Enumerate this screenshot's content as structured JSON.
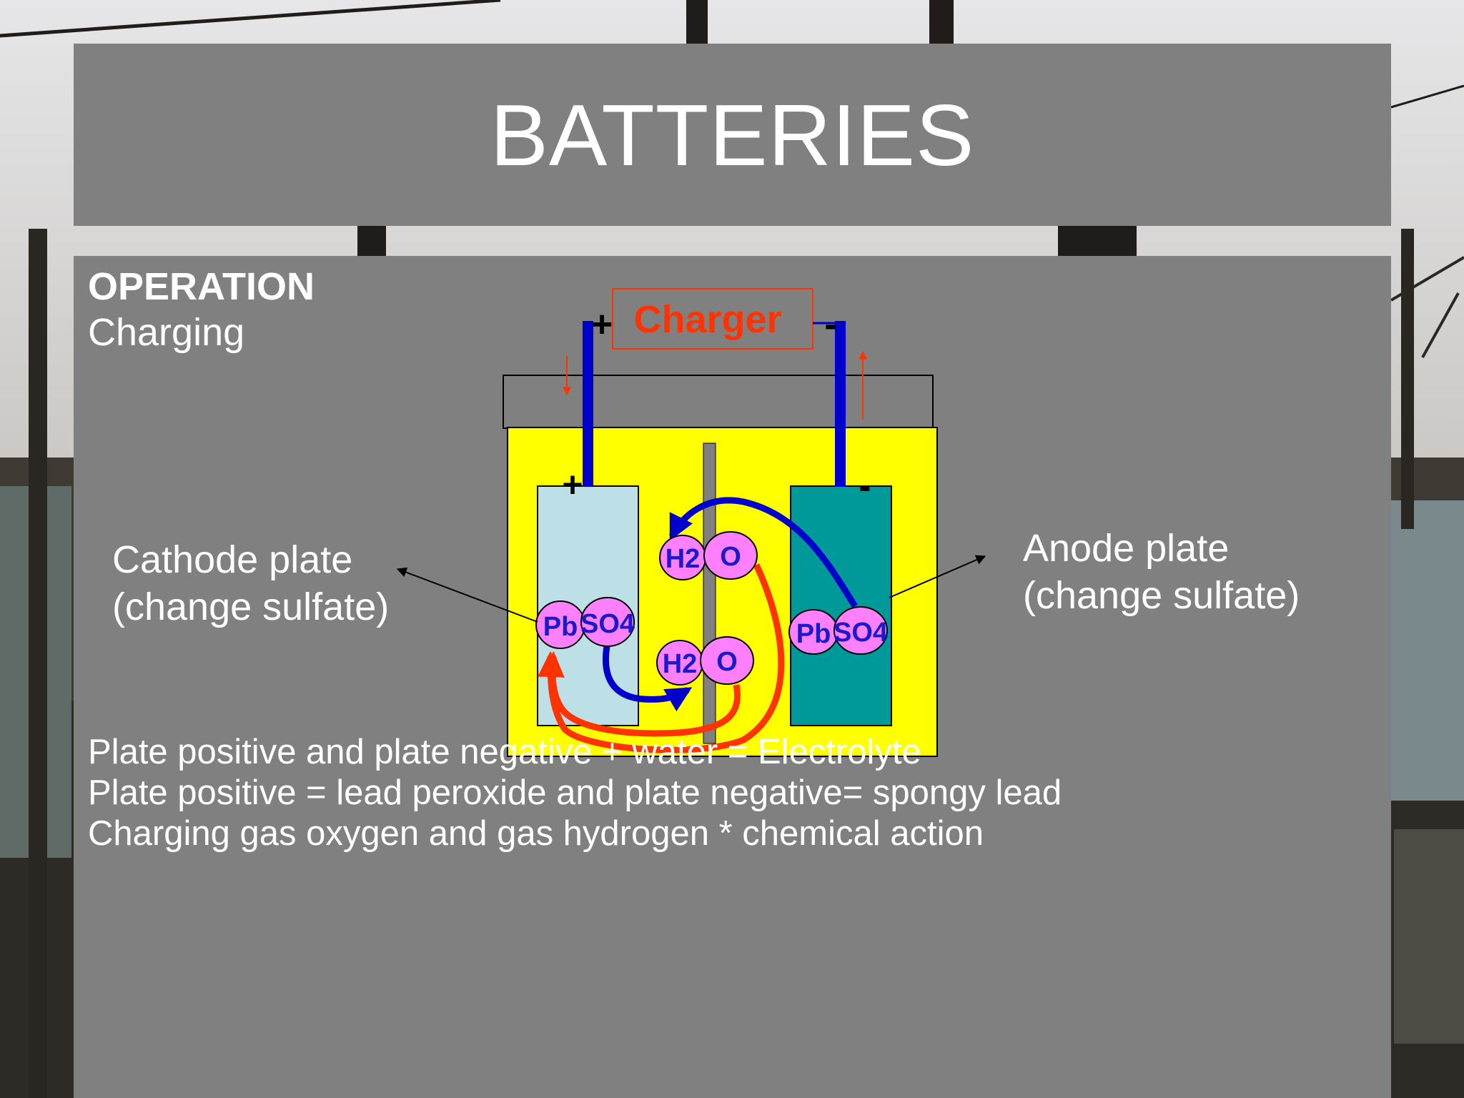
{
  "slide": {
    "title": "BATTERIES",
    "heading": "OPERATION",
    "subheading": "Charging"
  },
  "diagram": {
    "charger_label": "Charger",
    "charger_positive_sign": "+",
    "charger_negative_sign": "-",
    "plate_positive_sign": "+",
    "plate_negative_sign": "-",
    "cathode_label_line1": "Cathode plate",
    "cathode_label_line2": "(change sulfate)",
    "anode_label_line1": "Anode plate",
    "anode_label_line2": "(change sulfate)",
    "molecules": {
      "h2": "H2",
      "o": "O",
      "pb": "Pb",
      "so4": "SO4"
    },
    "colors": {
      "electrolyte": "#ffff00",
      "cathode_plate": "#bde0e6",
      "anode_plate": "#00999a",
      "terminal_wire": "#0000cc",
      "current_arrow": "#ff3300",
      "charger_text": "#ff3300",
      "molecule_fill": "#ff80ff",
      "molecule_text": "#1a1acc"
    }
  },
  "body_lines": [
    "Plate positive and plate negative + water = Electrolyte",
    "Plate positive = lead peroxide and plate negative= spongy lead",
    "Charging gas oxygen and gas hydrogen * chemical action"
  ]
}
